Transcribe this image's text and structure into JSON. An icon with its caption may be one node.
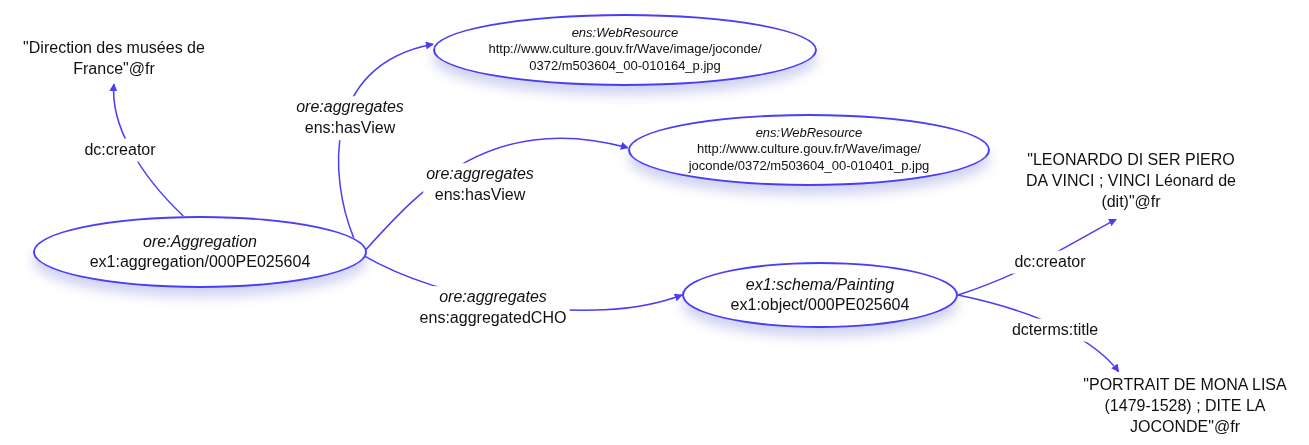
{
  "diagram": {
    "nodes": [
      {
        "text": [
          "\"Direction des musées de France\"@fr"
        ]
      },
      {
        "text": [
          "ens:WebResource",
          "http://www.culture.gouv.fr/Wave/image/joconde/ 0372/m503604_00-010164_p.jpg"
        ]
      },
      {
        "text": [
          "ens:WebResource",
          "http://www.culture.gouv.fr/Wave/image/ joconde/0372/m503604_00-010401_p.jpg"
        ]
      },
      {
        "text": [
          "\"LEONARDO DI SER PIERO DA VINCI ; VINCI Léonard de (dit)\"@fr"
        ]
      },
      {
        "text": [
          "ore:Aggregation",
          "ex1:aggregation/000PE025604"
        ]
      },
      {
        "text": [
          "ex1:schema/Painting",
          "ex1:object/000PE025604"
        ]
      },
      {
        "text": [
          "\"PORTRAIT DE MONA LISA (1479-1528) ; DITE LA JOCONDE\"@fr"
        ]
      }
    ],
    "edges": [
      {
        "from": 4,
        "to": 0,
        "arrow": "to",
        "label": "dc:creator"
      },
      {
        "from": 4,
        "to": 1,
        "arrow": "to",
        "label": "*ore:aggregates* ens:hasView"
      },
      {
        "from": 4,
        "to": 2,
        "arrow": "to",
        "label": "*ore:aggregates* ens:hasView"
      },
      {
        "from": 4,
        "to": 5,
        "arrow": "to",
        "label": "*ore:aggregates* ens:aggregatedCHO"
      },
      {
        "from": 5,
        "to": 3,
        "arrow": "to",
        "label": "dc:creator"
      },
      {
        "from": 5,
        "to": 6,
        "arrow": "to",
        "label": "dcterms:title"
      }
    ]
  }
}
